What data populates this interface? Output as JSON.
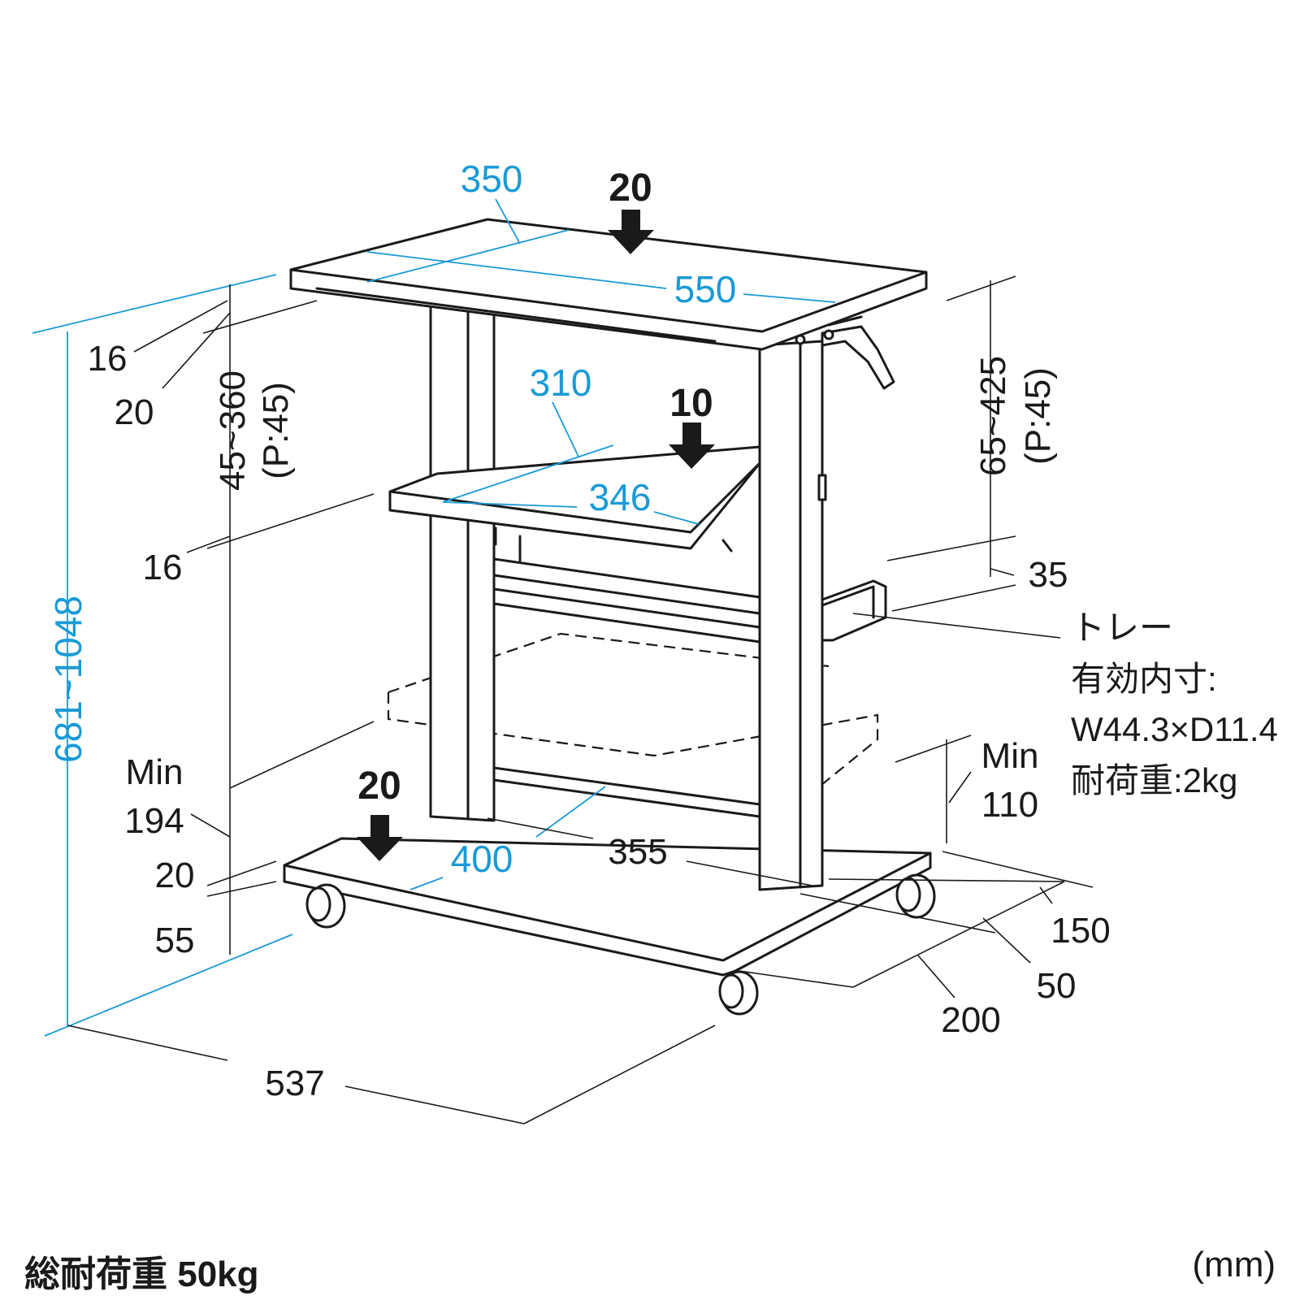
{
  "colors": {
    "line": "#1a1a1a",
    "accent": "#1a9ad6"
  },
  "loads": {
    "top_shelf": "20",
    "middle_shelf": "10",
    "bottom_shelf": "20"
  },
  "dimensions_blue": {
    "top_depth": "350",
    "top_width": "550",
    "middle_depth": "310",
    "middle_width": "346",
    "bottom_depth": "400",
    "total_height": "681~1048"
  },
  "dimensions_black": {
    "top_thickness": "16",
    "top_frame": "20",
    "middle_range": "45~360",
    "middle_pitch": "(P:45)",
    "middle_thickness": "16",
    "top_range": "65~425",
    "top_pitch": "(P:45)",
    "tray_depth": "35",
    "min_left_label": "Min",
    "min_left_value": "194",
    "base_thickness": "20",
    "caster_height": "55",
    "min_right_label": "Min",
    "min_right_value": "110",
    "inner_width": "355",
    "leg_offset": "150",
    "leg_width": "50",
    "base_depth": "200",
    "overall_width": "537"
  },
  "tray": {
    "name": "トレー",
    "inner_label": "有効内寸:",
    "inner_size": "W44.3×D11.4",
    "load": "耐荷重:2kg"
  },
  "footer": {
    "total_load": "総耐荷重 50kg",
    "unit": "(mm)"
  }
}
